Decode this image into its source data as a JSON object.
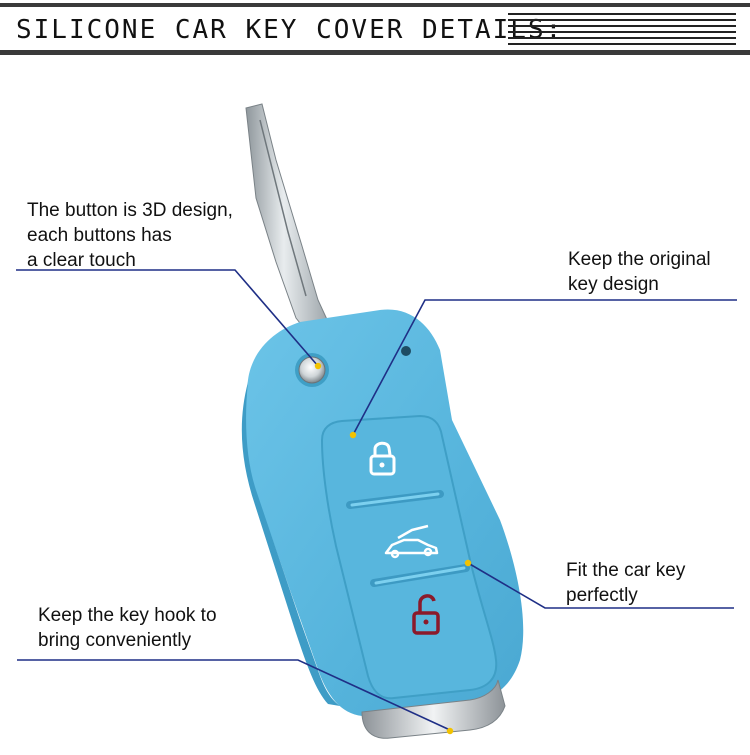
{
  "header": {
    "title": "SILICONE CAR KEY COVER DETAILS:"
  },
  "callouts": {
    "button_design": [
      "The button is 3D design,",
      "each buttons has",
      "a clear touch"
    ],
    "original_design": [
      "Keep the original",
      "key design"
    ],
    "fit_key": [
      "Fit the car key",
      "perfectly"
    ],
    "key_hook": [
      "Keep the key hook to",
      "bring conveniently"
    ]
  },
  "colors": {
    "cover": "#5ab8de",
    "cover_shadow": "#3f9fc6",
    "leader_line": "#1f2f86",
    "dot": "#f2c200",
    "unlock_icon": "#8b1a2b",
    "header_bar": "#3a3a3a"
  },
  "icons": {
    "lock": "lock-icon",
    "trunk": "car-trunk-icon",
    "unlock": "unlock-icon"
  }
}
